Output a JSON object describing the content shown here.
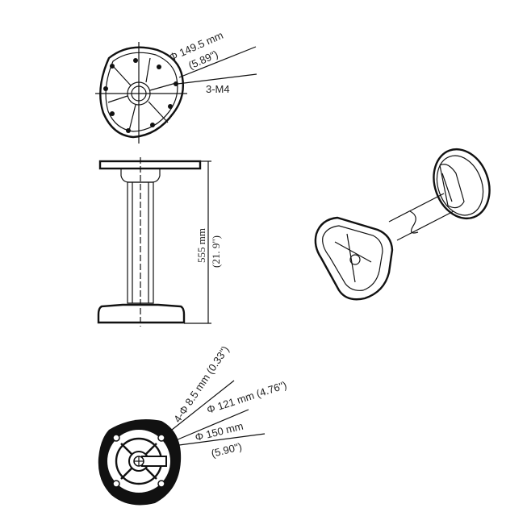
{
  "top_view": {
    "diameter_label": "Φ  149.5 mm",
    "diameter_inch": "(5.89\")",
    "screw_label": "3-M4"
  },
  "side_view": {
    "height_label": "555  mm",
    "height_inch": "(21. 9\")"
  },
  "bottom_view": {
    "hole_label": "4-Φ  8.5 mm (0.33\")",
    "inner_diameter_label": "Φ  121 mm (4.76\")",
    "outer_diameter_label": "Φ  150 mm",
    "outer_diameter_inch": "(5.90\")"
  }
}
